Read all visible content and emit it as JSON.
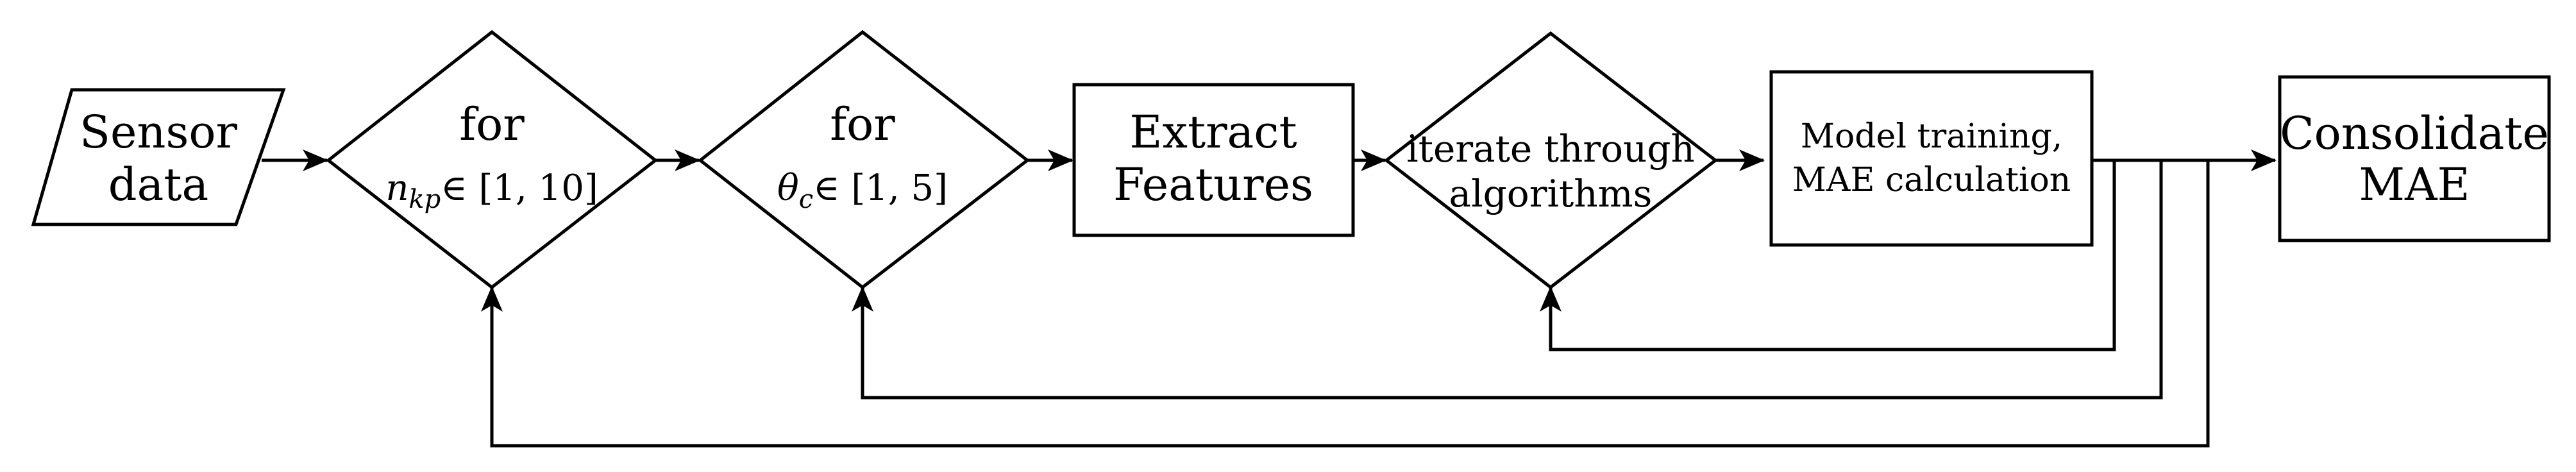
{
  "nodes": {
    "sensor": {
      "line1": "Sensor",
      "line2": "data"
    },
    "loop_kp": {
      "keyword": "for",
      "var": "n",
      "sub": "kp",
      "range": "∈ [1, 10]"
    },
    "loop_theta": {
      "keyword": "for",
      "var": "θ",
      "sub": "c",
      "range": "∈ [1, 5]"
    },
    "extract": {
      "line1": "Extract",
      "line2": "Features"
    },
    "iterate": {
      "line1": "iterate through",
      "line2": "algorithms"
    },
    "training": {
      "line1": "Model training,",
      "line2": "MAE calculation"
    },
    "consolidate": {
      "line1": "Consolidate",
      "line2": "MAE"
    }
  }
}
